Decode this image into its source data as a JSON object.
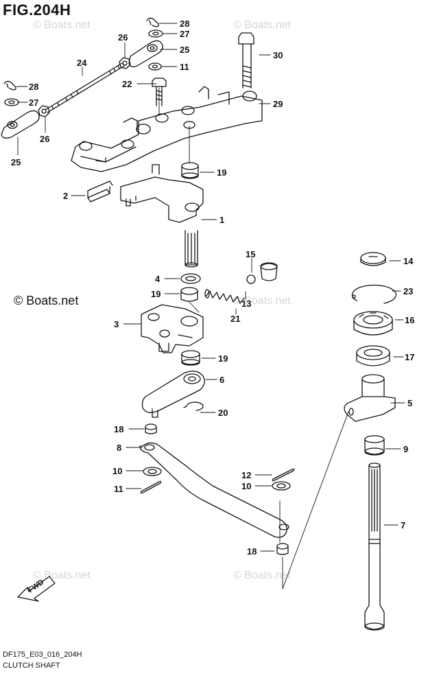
{
  "figure": {
    "title": "FIG.204H",
    "model_code": "DF175_E03_016_204H",
    "caption": "CLUTCH SHAFT",
    "fwd_label": "FWD"
  },
  "watermarks": {
    "main": "© Boats.net",
    "faint": "© Boats.net"
  },
  "callouts": [
    {
      "id": "c28a",
      "label": "28"
    },
    {
      "id": "c27a",
      "label": "27"
    },
    {
      "id": "c26a",
      "label": "26"
    },
    {
      "id": "c25a",
      "label": "25"
    },
    {
      "id": "c11a",
      "label": "11"
    },
    {
      "id": "c30",
      "label": "30"
    },
    {
      "id": "c24",
      "label": "24"
    },
    {
      "id": "c22",
      "label": "22"
    },
    {
      "id": "c28b",
      "label": "28"
    },
    {
      "id": "c27b",
      "label": "27"
    },
    {
      "id": "c29",
      "label": "29"
    },
    {
      "id": "c26b",
      "label": "26"
    },
    {
      "id": "c25b",
      "label": "25"
    },
    {
      "id": "c19a",
      "label": "19"
    },
    {
      "id": "c2",
      "label": "2"
    },
    {
      "id": "c1",
      "label": "1"
    },
    {
      "id": "c15",
      "label": "15"
    },
    {
      "id": "c14",
      "label": "14"
    },
    {
      "id": "c4",
      "label": "4"
    },
    {
      "id": "c23",
      "label": "23"
    },
    {
      "id": "c19b",
      "label": "19"
    },
    {
      "id": "c13",
      "label": "13"
    },
    {
      "id": "c16",
      "label": "16"
    },
    {
      "id": "c3",
      "label": "3"
    },
    {
      "id": "c21",
      "label": "21"
    },
    {
      "id": "c19c",
      "label": "19"
    },
    {
      "id": "c17",
      "label": "17"
    },
    {
      "id": "c6",
      "label": "6"
    },
    {
      "id": "c5",
      "label": "5"
    },
    {
      "id": "c20",
      "label": "20"
    },
    {
      "id": "c18a",
      "label": "18"
    },
    {
      "id": "c8",
      "label": "8"
    },
    {
      "id": "c9",
      "label": "9"
    },
    {
      "id": "c10a",
      "label": "10"
    },
    {
      "id": "c12",
      "label": "12"
    },
    {
      "id": "c11b",
      "label": "11"
    },
    {
      "id": "c10b",
      "label": "10"
    },
    {
      "id": "c7",
      "label": "7"
    },
    {
      "id": "c18b",
      "label": "18"
    }
  ]
}
